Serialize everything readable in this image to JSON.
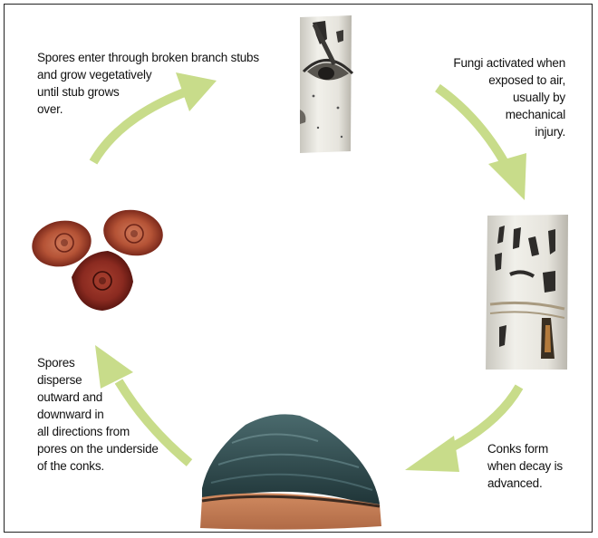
{
  "captions": {
    "enter": "Spores enter through broken branch stubs\nand grow vegetatively\nuntil stub grows\nover.",
    "activated": "Fungi activated when\nexposed to air,\nusually by\nmechanical\ninjury.",
    "conks": "Conks form\nwhen decay is\nadvanced.",
    "disperse": "Spores\ndisperse\noutward and\ndownward in\nall directions from\npores on the underside\nof the conks."
  },
  "colors": {
    "arrow": "#c8dc8a",
    "bark": "#e8e7e1",
    "bark_dark": "#2e2c2a",
    "conk_top": "#2f4b50",
    "conk_underside": "#c27a55",
    "spore": "#8a2a20"
  },
  "icons": [
    "aspen-trunk-with-eye-scar",
    "aspen-trunk-with-cankers",
    "fungal-conk",
    "spores",
    "cycle-arrow"
  ]
}
